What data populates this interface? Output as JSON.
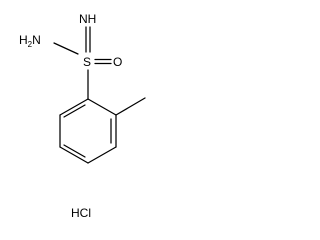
{
  "molecule": {
    "atoms": {
      "amine": {
        "symbol": "H2N",
        "main": "H",
        "subscript": "2",
        "tail": "N"
      },
      "sulfur": "S",
      "imine": "NH",
      "oxygen": "O"
    },
    "counterion": "HCl"
  }
}
